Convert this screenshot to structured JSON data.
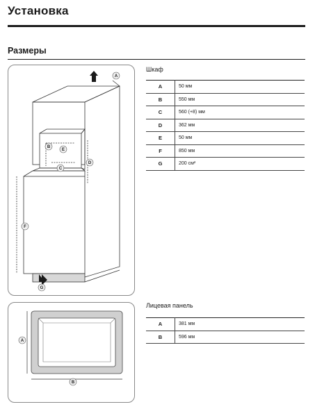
{
  "page": {
    "title": "Установка",
    "section": "Размеры"
  },
  "cabinet": {
    "heading": "Шкаф",
    "rows": [
      {
        "key": "A",
        "value": "50 мм"
      },
      {
        "key": "B",
        "value": "550 мм"
      },
      {
        "key": "C",
        "value": "560 (+8) мм"
      },
      {
        "key": "D",
        "value": "362 мм"
      },
      {
        "key": "E",
        "value": "50 мм"
      },
      {
        "key": "F",
        "value": "850 мм"
      },
      {
        "key": "G",
        "value": "200 см²"
      }
    ]
  },
  "panel": {
    "heading": "Лицевая панель",
    "rows": [
      {
        "key": "A",
        "value": "381 мм"
      },
      {
        "key": "B",
        "value": "596 мм"
      }
    ]
  },
  "figure_labels": {
    "cabinet": [
      "A",
      "B",
      "C",
      "D",
      "E",
      "F",
      "G"
    ],
    "panel": [
      "A",
      "B"
    ]
  },
  "colors": {
    "text": "#1a1a1a",
    "rule": "#1a1a1a",
    "figure_border": "#888888",
    "panel_fill": "#d0d0d0"
  }
}
